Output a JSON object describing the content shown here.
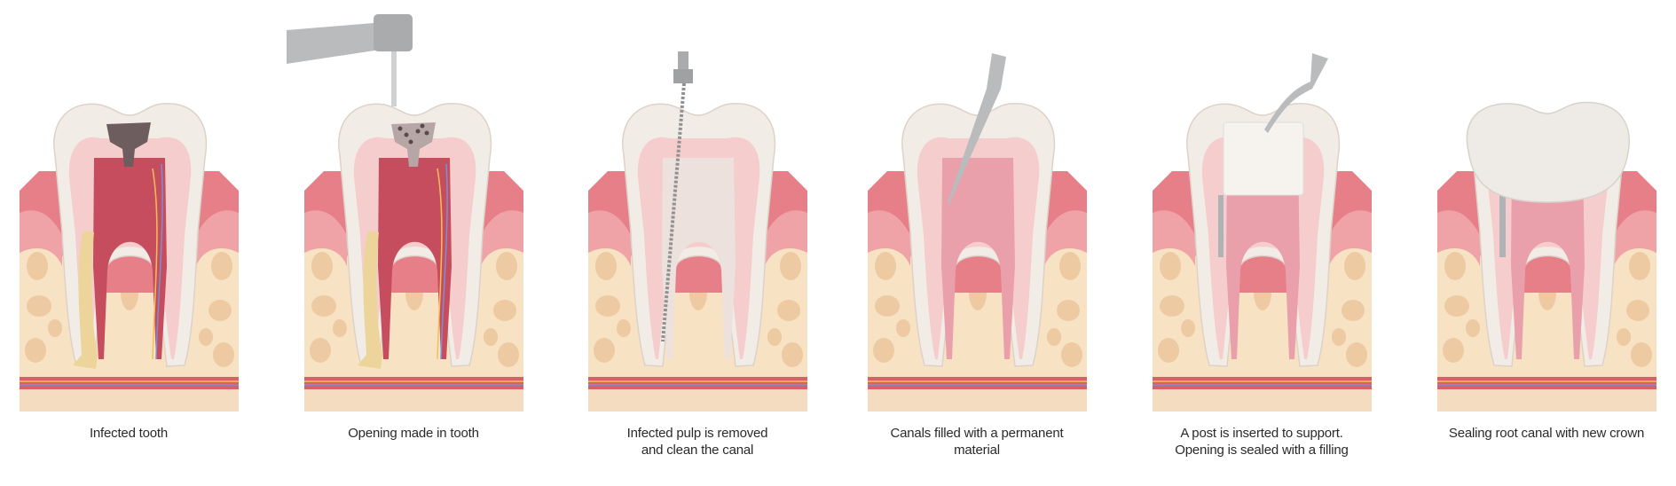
{
  "steps": [
    {
      "caption": "Infected tooth",
      "stage": "infected"
    },
    {
      "caption": "Opening made in tooth",
      "stage": "drill"
    },
    {
      "caption": "Infected pulp is removed\nand clean the canal",
      "stage": "file"
    },
    {
      "caption": "Canals filled with a permanent\nmaterial",
      "stage": "fill"
    },
    {
      "caption": "A post is inserted to support.\nOpening is sealed with a filling",
      "stage": "post"
    },
    {
      "caption": "Sealing root canal with new crown",
      "stage": "crown"
    }
  ],
  "colors": {
    "enamel": "#f2ece6",
    "dentin": "#f6cdcd",
    "pulp": "#c64d5d",
    "gum": "#e77f88",
    "bone": "#f7e2c4",
    "bone_spot": "#edcaa2",
    "decay": "#6e5d5f",
    "instrument": "#b9bbbd"
  }
}
